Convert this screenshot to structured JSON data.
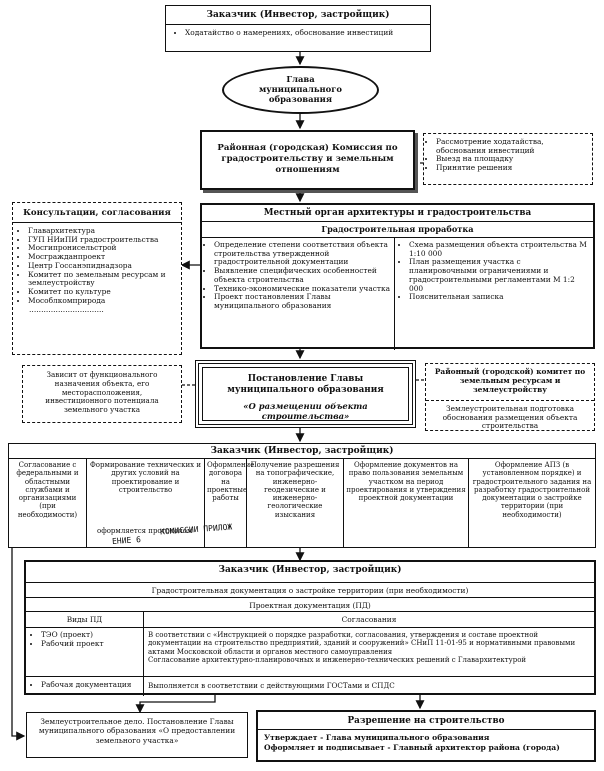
{
  "top_block": {
    "title": "Заказчик (Инвестор, застройщик)",
    "item": "Ходатайство о намерениях, обоснование инвестиций"
  },
  "head_ellipse": {
    "line1": "Глава",
    "line2": "муниципального",
    "line3": "образования"
  },
  "commission": {
    "text": "Районная (городская) Комиссия по градостроительству и земельным отношениям"
  },
  "commission_notes": {
    "items": [
      "Рассмотрение ходатайства, обоснования инвестиций",
      "Выезд на площадку",
      "Принятие решения"
    ]
  },
  "consult": {
    "title": "Консультации, согласования",
    "items": [
      "Главархитектура",
      "ГУП НИиПИ градостроительства",
      "Мосгипронисельстрой",
      "Мосгражданпроект",
      "Центр Госсанэпиднадзора",
      "Комитет по земельным ресурсам и землеустройству",
      "Комитет по культуре",
      "Мособлкомприрода"
    ],
    "dots": "..............................."
  },
  "local_organ": {
    "title": "Местный орган архитектуры и градостроительства",
    "subtitle": "Градостроительная проработка",
    "left_items": [
      "Определение степени соответствия объекта строительства утвержденной градостроительной документации",
      "Выявление специфических особенностей объекта строительства",
      "Технико-экономические показатели участка",
      "Проект постановления Главы муниципального образования"
    ],
    "right_items": [
      "Схема размещения объекта строительства М 1:10 000",
      "План размещения участка с планировочными ограничениями и градостроительными регламентами М 1:2 000",
      "Пояснительная записка"
    ]
  },
  "dependent_note": {
    "text": "Зависит от функционального назначения объекта, его месторасположения, инвестиционного потенциала земельного участка"
  },
  "resolution": {
    "title": "Постановление Главы муниципального образования",
    "subtitle": "«О размещении объекта строительства»"
  },
  "land_committee": {
    "text": "Районный (городской) комитет по земельным ресурсам и землеустройству"
  },
  "land_prep": {
    "text": "Землеустроительная подготовка обоснования размещения объекта строительства"
  },
  "customer_row": {
    "title": "Заказчик (Инвестор, застройщик)",
    "cells": [
      "Согласование с федеральными и областными службами и организациями (при необходимости)",
      "Формирование технических и других условий на проектирование и строительство",
      "Оформление договора на проектные работы",
      "Получение разрешения на топографические, инженерно-геодезические и инженерно-геологические изыскания",
      "Оформление документов на право пользования земельным участком на период проектирования и утверждения проектной документации",
      "Оформление АПЗ (в установленном порядке) и градостроительного задания на разработку градостроительной документации о застройке территории (при необходимости)"
    ],
    "protocol": "оформляется протоколом",
    "handwritten1": "КОМИССИИ ПРИЛОЖ",
    "handwritten2": "ЕНИЕ 6"
  },
  "main_table": {
    "title": "Заказчик (Инвестор, застройщик)",
    "row1": "Градостроительная документация о застройке территории (при необходимости)",
    "row2": "Проектная документация (ПД)",
    "col1_header": "Виды ПД",
    "col2_header": "Согласования",
    "pd_items": [
      "ТЭО (проект)",
      "Рабочий проект"
    ],
    "agreements": "В соответствии с «Инструкцией о порядке разработки, согласования, утверждения и составе проектной документации на строительство предприятий, зданий и сооружений» СНиП 11-01-95 и нормативными правовыми актами Московской области и органов местного самоуправления",
    "agreements2": "Согласование архитектурно-планировочных и инженерно-технических решений с Главархитектурой",
    "work_docs": "Рабочая документация",
    "work_docs_text": "Выполняется в соответствии с действующими ГОСТами и СПДС"
  },
  "bottom_left": {
    "text": "Землеустроительное дело. Постановление Главы муниципального образования «О предоставлении земельного участка»"
  },
  "permit": {
    "title": "Разрешение на строительство",
    "line1": "Утверждает - Глава муниципального образования",
    "line2": "Оформляет и подписывает - Главный архитектор района (города)"
  }
}
